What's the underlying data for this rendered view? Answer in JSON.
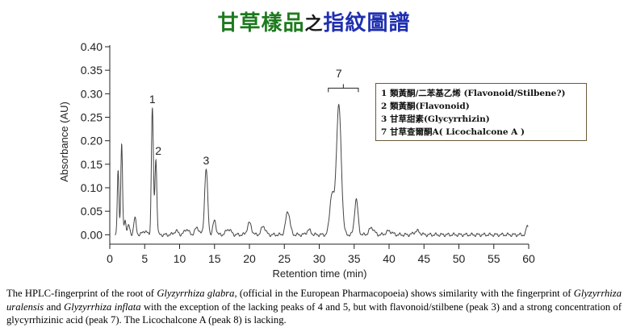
{
  "title": {
    "part1": "甘草樣品",
    "part2": "之",
    "part3": "指紋圖譜"
  },
  "legend": {
    "items": [
      "1 類黃酮/二苯基乙烯 (Flavonoid/Stilbene?)",
      "2 類黃酮(Flavonoid)",
      "3 甘草甜素(Glycyrrhizin)",
      "7 甘草查爾酮A( Licochalcone  A )"
    ]
  },
  "caption": {
    "s1": "The HPLC-fingerprint  of the root of ",
    "s2": "Glyzyrrhiza glabra,",
    "s3": " (official in the European Pharmacopoeia) shows similarity  with the fingerprint of ",
    "s4": "Glyzyrrhiza uralensis",
    "s5": " and ",
    "s6": "Glyzyrrhiza inflata",
    "s7": " with the exception of the lacking peaks of 4 and 5, but with flavonoid/stilbene  (peak 3) and a strong concentration of glycyrrhizinic  acid (peak 7). The Licochalcone A (peak 8) is lacking."
  },
  "chart_data": {
    "type": "line",
    "xlabel": "Retention time (min)",
    "ylabel": "Absorbance (AU)",
    "xlim": [
      0,
      60
    ],
    "ylim": [
      -0.02,
      0.4
    ],
    "xticks": [
      0,
      5,
      10,
      15,
      20,
      25,
      30,
      35,
      40,
      45,
      50,
      55,
      60
    ],
    "yticks": [
      0.0,
      0.05,
      0.1,
      0.15,
      0.2,
      0.25,
      0.3,
      0.35,
      0.4
    ],
    "yticklabels": [
      "0.00",
      "0.05",
      "0.10",
      "0.15",
      "0.20",
      "0.25",
      "0.30",
      "0.35",
      "0.40"
    ],
    "grid": false,
    "baseline": 0.0,
    "peaks": [
      {
        "x": 1.2,
        "height": 0.135,
        "width": 0.12
      },
      {
        "x": 1.7,
        "height": 0.195,
        "width": 0.12
      },
      {
        "x": 2.2,
        "height": 0.03,
        "width": 0.15
      },
      {
        "x": 2.7,
        "height": 0.02,
        "width": 0.15
      },
      {
        "x": 3.6,
        "height": 0.035,
        "width": 0.18
      },
      {
        "x": 5.0,
        "height": 0.008,
        "width": 0.3
      },
      {
        "x": 6.1,
        "height": 0.27,
        "width": 0.14
      },
      {
        "x": 6.6,
        "height": 0.16,
        "width": 0.14
      },
      {
        "x": 9.5,
        "height": 0.008,
        "width": 0.3
      },
      {
        "x": 11.0,
        "height": 0.012,
        "width": 0.3
      },
      {
        "x": 12.5,
        "height": 0.015,
        "width": 0.3
      },
      {
        "x": 13.8,
        "height": 0.14,
        "width": 0.22
      },
      {
        "x": 15.0,
        "height": 0.03,
        "width": 0.22
      },
      {
        "x": 17.0,
        "height": 0.012,
        "width": 0.35
      },
      {
        "x": 20.0,
        "height": 0.025,
        "width": 0.3
      },
      {
        "x": 22.0,
        "height": 0.018,
        "width": 0.3
      },
      {
        "x": 25.5,
        "height": 0.05,
        "width": 0.3
      },
      {
        "x": 28.5,
        "height": 0.01,
        "width": 0.3
      },
      {
        "x": 31.8,
        "height": 0.085,
        "width": 0.3
      },
      {
        "x": 32.8,
        "height": 0.275,
        "width": 0.35
      },
      {
        "x": 35.3,
        "height": 0.075,
        "width": 0.25
      },
      {
        "x": 37.5,
        "height": 0.015,
        "width": 0.35
      },
      {
        "x": 40.0,
        "height": 0.008,
        "width": 0.4
      },
      {
        "x": 44.0,
        "height": 0.008,
        "width": 0.4
      },
      {
        "x": 59.8,
        "height": 0.02,
        "width": 0.15
      }
    ],
    "annotations": [
      {
        "label": "1",
        "x": 6.1,
        "y": 0.28
      },
      {
        "label": "2",
        "x": 6.6,
        "y": 0.17
      },
      {
        "label": "3",
        "x": 13.8,
        "y": 0.15
      },
      {
        "label": "7",
        "x": 32.8,
        "y": 0.335
      }
    ]
  }
}
